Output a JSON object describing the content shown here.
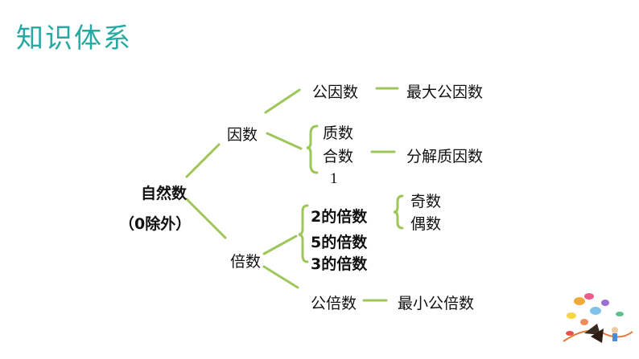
{
  "title": "知识体系",
  "root": {
    "label": "自然数",
    "note": "（0除外）"
  },
  "factor_branch": {
    "label": "因数",
    "common": "公因数",
    "greatest": "最大公因数",
    "prime": "质数",
    "composite": "合数",
    "factorize": "分解质因数",
    "one": "1"
  },
  "multiple_branch": {
    "label": "倍数",
    "m2": "2的倍数",
    "m5": "5的倍数",
    "m3": "3的倍数",
    "odd": "奇数",
    "even": "偶数",
    "common": "公倍数",
    "least": "最小公倍数"
  },
  "colors": {
    "title": "#27a9a2",
    "line": "#9dc75b"
  }
}
